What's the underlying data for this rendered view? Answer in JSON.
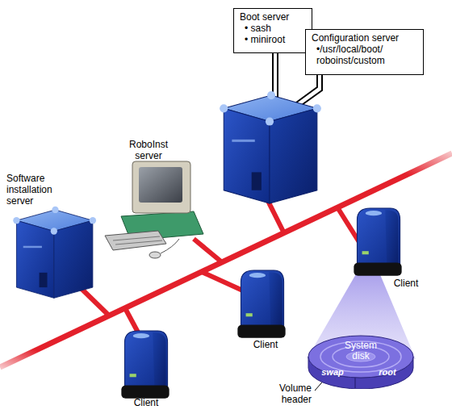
{
  "diagram": {
    "nodes": [
      {
        "text": [
          "Boot server",
          "• sash",
          "• miniroot"
        ]
      },
      {
        "text": [
          "Configuration server",
          "•/usr/local/boot/ roboinst/custom"
        ]
      },
      {
        "text": [
          "System disk",
          "swap",
          "root"
        ]
      }
    ],
    "labels": [
      "Software installation server",
      "RoboInst server",
      "Client",
      "Client",
      "Client",
      "Volume header"
    ]
  }
}
